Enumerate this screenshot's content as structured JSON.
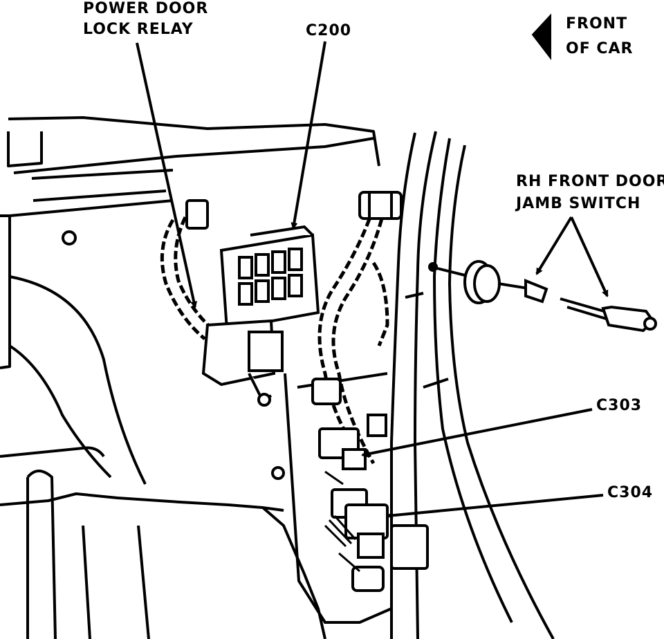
{
  "labels": {
    "power_door_line1": "POWER DOOR",
    "power_door_line2": "LOCK RELAY",
    "c200": "C200",
    "front_line1": "FRONT",
    "front_line2": "OF CAR",
    "rh_line1": "RH FRONT DOOR",
    "rh_line2": "JAMB SWITCH",
    "c303": "C303",
    "c304": "C304"
  },
  "icons": {
    "front_arrow": "arrow-left-icon"
  }
}
